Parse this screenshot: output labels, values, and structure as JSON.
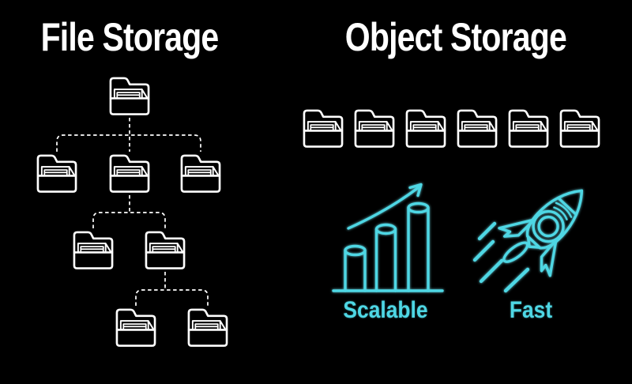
{
  "image": {
    "type": "storage-comparison-infographic",
    "background": "#000000"
  },
  "colors": {
    "background": "#000000",
    "line_white": "#ffffff",
    "accent_cyan": "#4ED7E4"
  },
  "left_panel": {
    "title": "File Storage",
    "icon": "folder-icon",
    "structure": "hierarchical-tree",
    "tree_levels": [
      1,
      3,
      2,
      2
    ],
    "total_folders": 8,
    "connector_style": "dashed"
  },
  "right_panel": {
    "title": "Object Storage",
    "icon": "folder-icon",
    "structure": "flat-row",
    "folder_count": 6,
    "features": [
      {
        "label": "Scalable",
        "icon": "growth-chart-icon"
      },
      {
        "label": "Fast",
        "icon": "rocket-icon"
      }
    ]
  }
}
